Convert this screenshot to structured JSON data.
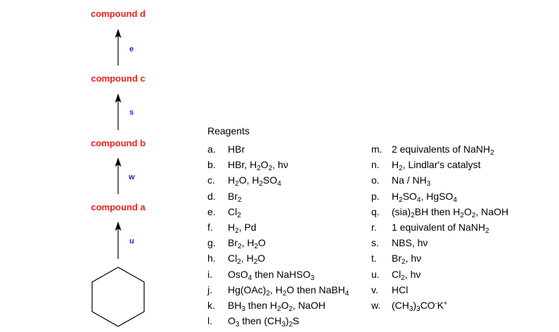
{
  "scheme": {
    "compounds": [
      {
        "id": "compound-d",
        "label": "compound d"
      },
      {
        "id": "compound-c",
        "label": "compound c"
      },
      {
        "id": "compound-b",
        "label": "compound b"
      },
      {
        "id": "compound-a",
        "label": "compound a"
      }
    ],
    "steps": [
      {
        "id": "step-e",
        "label": "e"
      },
      {
        "id": "step-s",
        "label": "s"
      },
      {
        "id": "step-w",
        "label": "w"
      },
      {
        "id": "step-u",
        "label": "u"
      }
    ],
    "starting_material": "cyclohexane-ring",
    "colors": {
      "compound": "#e8231c",
      "step": "#1d27e6",
      "arrow": "#000000"
    }
  },
  "reagents": {
    "title": "Reagents",
    "left": [
      {
        "letter": "a.",
        "text": "HBr",
        "html": "HBr"
      },
      {
        "letter": "b.",
        "text": "HBr, H2O2, hν",
        "html": "HBr, H<sub>2</sub>O<sub>2</sub>, hν"
      },
      {
        "letter": "c.",
        "text": "H2O, H2SO4",
        "html": "H<sub>2</sub>O, H<sub>2</sub>SO<sub>4</sub>"
      },
      {
        "letter": "d.",
        "text": "Br2",
        "html": "Br<sub>2</sub>"
      },
      {
        "letter": "e.",
        "text": "Cl2",
        "html": "Cl<sub>2</sub>"
      },
      {
        "letter": "f.",
        "text": "H2, Pd",
        "html": "H<sub>2</sub>, Pd"
      },
      {
        "letter": "g.",
        "text": "Br2, H2O",
        "html": "Br<sub>2</sub>, H<sub>2</sub>O"
      },
      {
        "letter": "h.",
        "text": "Cl2, H2O",
        "html": "Cl<sub>2</sub>, H<sub>2</sub>O"
      },
      {
        "letter": "i.",
        "text": "OsO4 then NaHSO3",
        "html": "OsO<sub>4</sub> then NaHSO<sub>3</sub>"
      },
      {
        "letter": "j.",
        "text": "Hg(OAc)2, H2O then NaBH4",
        "html": "Hg(OAc)<sub>2</sub>, H<sub>2</sub>O then NaBH<sub>4</sub>"
      },
      {
        "letter": "k.",
        "text": "BH3 then H2O2, NaOH",
        "html": "BH<sub>3</sub> then H<sub>2</sub>O<sub>2</sub>, NaOH"
      },
      {
        "letter": "l.",
        "text": "O3 then (CH3)2S",
        "html": "O<sub>3</sub> then (CH<sub>3</sub>)<sub>2</sub>S"
      }
    ],
    "right": [
      {
        "letter": "m.",
        "text": "2 equivalents of NaNH2",
        "html": "2 equivalents of NaNH<sub>2</sub>"
      },
      {
        "letter": "n.",
        "text": "H2, Lindlar's catalyst",
        "html": "H<sub>2</sub>, Lindlar's catalyst"
      },
      {
        "letter": "o.",
        "text": "Na / NH3",
        "html": "Na / NH<sub>3</sub>"
      },
      {
        "letter": "p.",
        "text": "H2SO4, HgSO4",
        "html": "H<sub>2</sub>SO<sub>4</sub>, HgSO<sub>4</sub>"
      },
      {
        "letter": "q.",
        "text": "(sia)2BH then H2O2, NaOH",
        "html": "(sia)<sub>2</sub>BH then H<sub>2</sub>O<sub>2</sub>, NaOH"
      },
      {
        "letter": "r.",
        "text": "1 equivalent of NaNH2",
        "html": "1 equivalent of NaNH<sub>2</sub>"
      },
      {
        "letter": "s.",
        "text": "NBS, hν",
        "html": "NBS, hν"
      },
      {
        "letter": "t.",
        "text": "Br2, hν",
        "html": "Br<sub>2</sub>, hν"
      },
      {
        "letter": "u.",
        "text": "Cl2, hν",
        "html": "Cl<sub>2</sub>, hν"
      },
      {
        "letter": "v.",
        "text": "HCl",
        "html": "HCl"
      },
      {
        "letter": "w.",
        "text": "(CH3)3CO-K+",
        "html": "(CH<sub>3</sub>)<sub>3</sub>CO<sup>-</sup>K<sup>+</sup>"
      }
    ]
  }
}
